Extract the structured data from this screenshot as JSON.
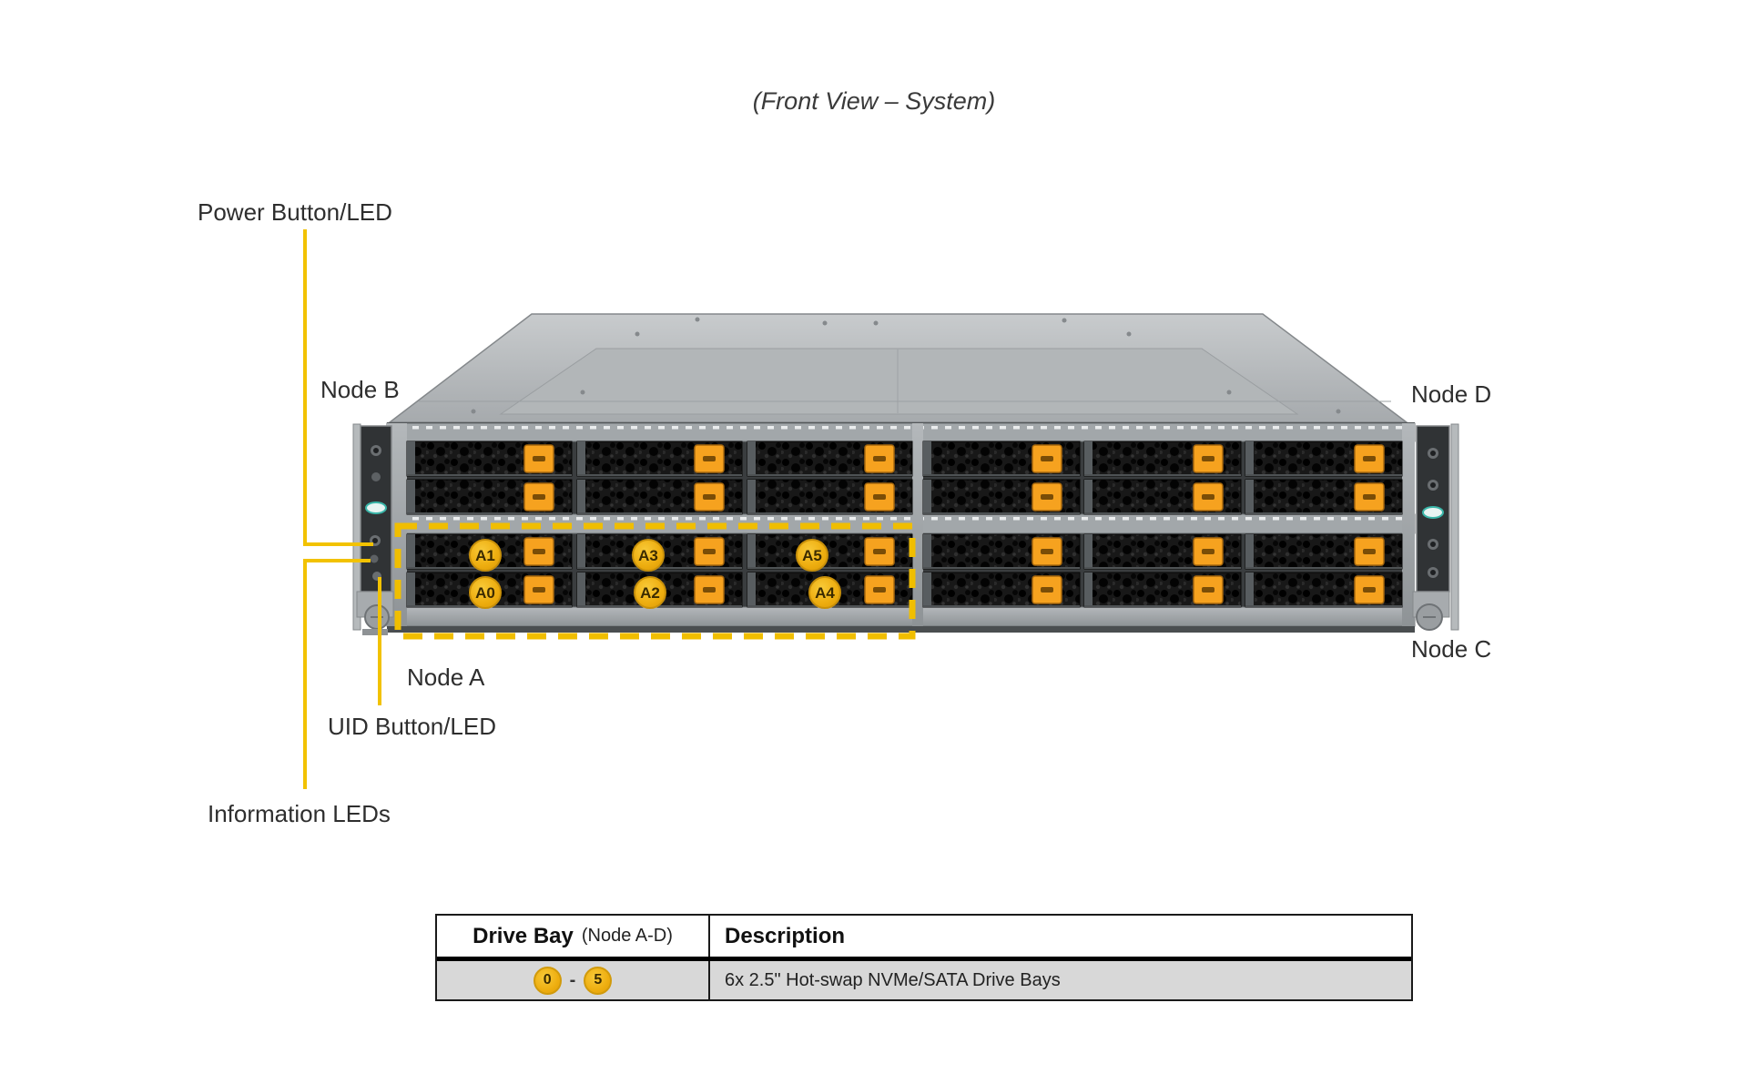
{
  "title": "(Front View – System)",
  "labels": {
    "power": "Power Button/LED",
    "node_b": "Node B",
    "node_d": "Node D",
    "node_a": "Node A",
    "node_c": "Node C",
    "uid": "UID Button/LED",
    "info": "Information LEDs"
  },
  "drive_bays": {
    "a0": "A0",
    "a1": "A1",
    "a2": "A2",
    "a3": "A3",
    "a4": "A4",
    "a5": "A5"
  },
  "table": {
    "header": {
      "drive_bay": "Drive Bay",
      "drive_bay_note": "(Node A-D)",
      "description": "Description"
    },
    "row": {
      "bay_from": "0",
      "separator": "-",
      "bay_to": "5",
      "description": "6x 2.5\" Hot-swap NVMe/SATA Drive Bays"
    }
  },
  "colors": {
    "callout_gold": "#F2C200",
    "highlight_dash_gold": "#F0BE00",
    "latch_orange": "#F6A21F",
    "badge_gold": "#EFAF11",
    "table_row_gray": "#D8D8D8"
  }
}
